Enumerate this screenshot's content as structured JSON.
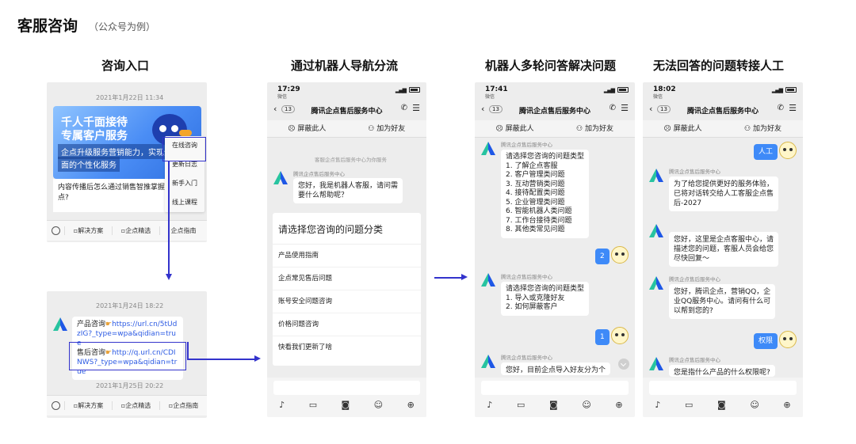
{
  "page": {
    "title": "客服咨询",
    "subtitle": "（公众号为例）"
  },
  "columns": [
    {
      "title": "咨询入口"
    },
    {
      "title": "通过机器人导航分流"
    },
    {
      "title": "机器人多轮问答解决问题"
    },
    {
      "title": "无法回答的问题转接人工"
    }
  ],
  "phone1": {
    "date": "2021年1月22日 11:34",
    "banner": {
      "line1": "千人千面接待",
      "line2": "专属客户服务",
      "line3": "企点升级服务营销能力，实现全",
      "line4": "面的个性化服务"
    },
    "article": "内容传播后怎么通过销售智推掌握用户兴趣点?",
    "menu": [
      "在线咨询",
      "更新日志",
      "新手入门",
      "线上课程"
    ],
    "bottom": [
      "▫解决方案",
      "▫企点精选",
      "企点指南"
    ]
  },
  "phone2": {
    "date1": "2021年1月24日 18:22",
    "msg1_label": "产品咨询",
    "msg1_link": "https://url.cn/5tUdzIG?_type=wpa&qidian=true",
    "msg2_label": "售后咨询",
    "msg2_link": "http://q.url.cn/CDINWS?_type=wpa&qidian=true",
    "date2": "2021年1月25日 20:22",
    "bottom": [
      "▫解决方案",
      "▫企点精选",
      "▫企点指南"
    ]
  },
  "chat_common": {
    "nav_badge": "13",
    "nav_title": "腾讯企点售后服务中心",
    "block": "屏蔽此人",
    "add_friend": "加为好友",
    "sender": "腾讯企点售后服务中心",
    "wechat": "微信"
  },
  "phone3": {
    "time": "17:29",
    "notice": "客服企点售后服务中心为你服务",
    "greeting": "您好，我是机器人客服，请问需\n要什么帮助呢？",
    "prompt": "请选择您咨询的问题分类",
    "categories": [
      "产品使用指南",
      "企点常见售后问题",
      "账号安全问题咨询",
      "价格问题咨询",
      "快看我们更新了啥"
    ]
  },
  "phone4": {
    "time": "17:41",
    "list1": "请选择您咨询的问题类型\n1. 了解企点客服\n2. 客户管理类问题\n3. 互动营销类问题\n4. 接待配置类问题\n5. 企业管理类问题\n6. 智能机器人类问题\n7. 工作台接待类问题\n8. 其他类常见问题",
    "reply1": "2",
    "list2": "请选择您咨询的问题类型\n1. 导入或克隆好友\n2. 如何屏蔽客户",
    "reply2": "1",
    "answer": "您好，目前企点导入好友分为个"
  },
  "phone5": {
    "time": "18:02",
    "user1": "人工",
    "msg1": "为了给您提供更好的服务体验，\n已将对话转交给人工客服企点售\n后-2027",
    "msg2": "您好，这里是企点客服中心，请\n描述您的问题，客服人员会给您\n尽快回复～",
    "msg3": "您好，腾讯企点，营销QQ，企\n业QQ服务中心。请问有什么可\n以帮到您的?",
    "user2": "权限",
    "msg4": "您是指什么产品的什么权限呢?"
  },
  "colors": {
    "accent": "#3333cc",
    "user_bubble": "#3e8af8",
    "phone_bg": "#ededed"
  }
}
